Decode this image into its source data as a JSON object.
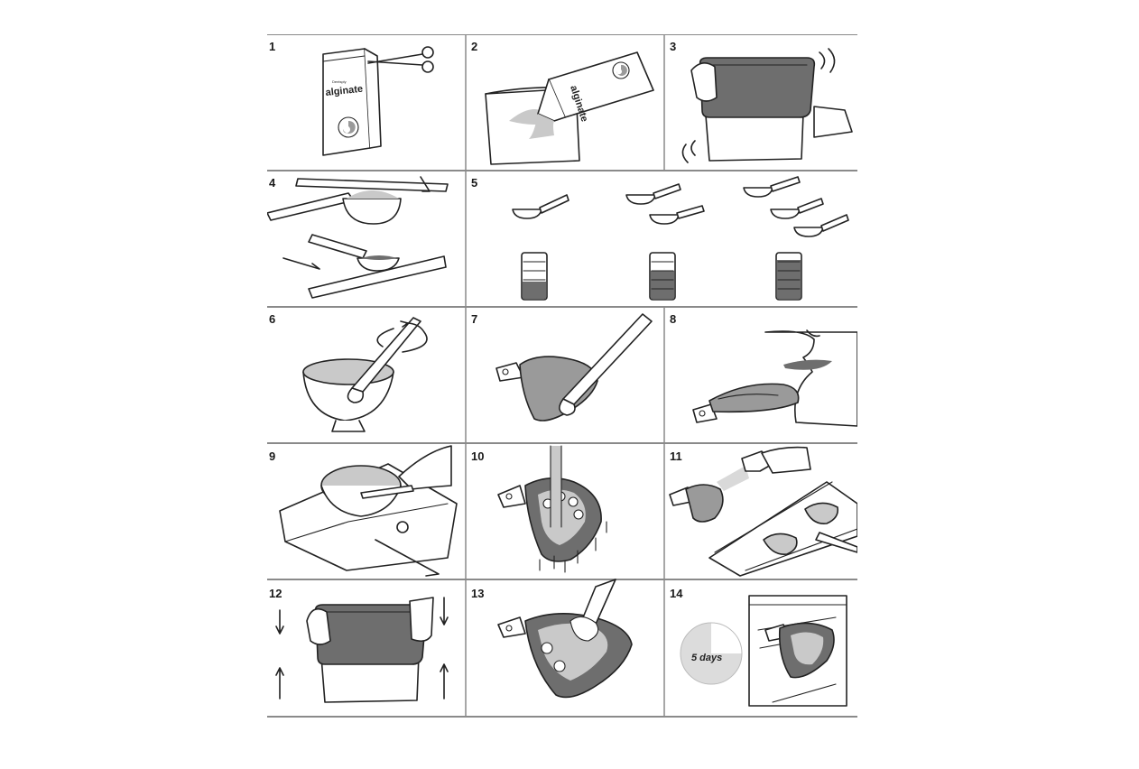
{
  "steps": [
    {
      "number": "1",
      "icon": "alginate-bag-and-scissors-icon"
    },
    {
      "number": "2",
      "icon": "pour-powder-into-container-icon"
    },
    {
      "number": "3",
      "icon": "shake-sealed-container-icon"
    },
    {
      "number": "4",
      "icon": "level-measuring-scoop-icon"
    },
    {
      "number": "5",
      "icon": "scoop-to-water-ratio-icon"
    },
    {
      "number": "6",
      "icon": "mix-in-bowl-icon"
    },
    {
      "number": "7",
      "icon": "fill-impression-tray-icon"
    },
    {
      "number": "8",
      "icon": "insert-tray-in-mouth-icon"
    },
    {
      "number": "9",
      "icon": "clean-bowl-at-sink-icon"
    },
    {
      "number": "10",
      "icon": "rinse-impression-icon"
    },
    {
      "number": "11",
      "icon": "disinfect-impression-icon"
    },
    {
      "number": "12",
      "icon": "close-container-icon"
    },
    {
      "number": "13",
      "icon": "pour-model-icon"
    },
    {
      "number": "14",
      "icon": "store-in-bag-five-days-icon"
    }
  ],
  "labels": {
    "package_brand": "alginate",
    "package_maker": "Dentsply",
    "box_brand": "alginate",
    "storage_time": "5 days"
  },
  "colors": {
    "line": "#222222",
    "light_fill": "#c9c9c9",
    "mid_fill": "#9a9a9a",
    "dark_fill": "#6e6e6e",
    "rule": "#8a8a8a"
  }
}
